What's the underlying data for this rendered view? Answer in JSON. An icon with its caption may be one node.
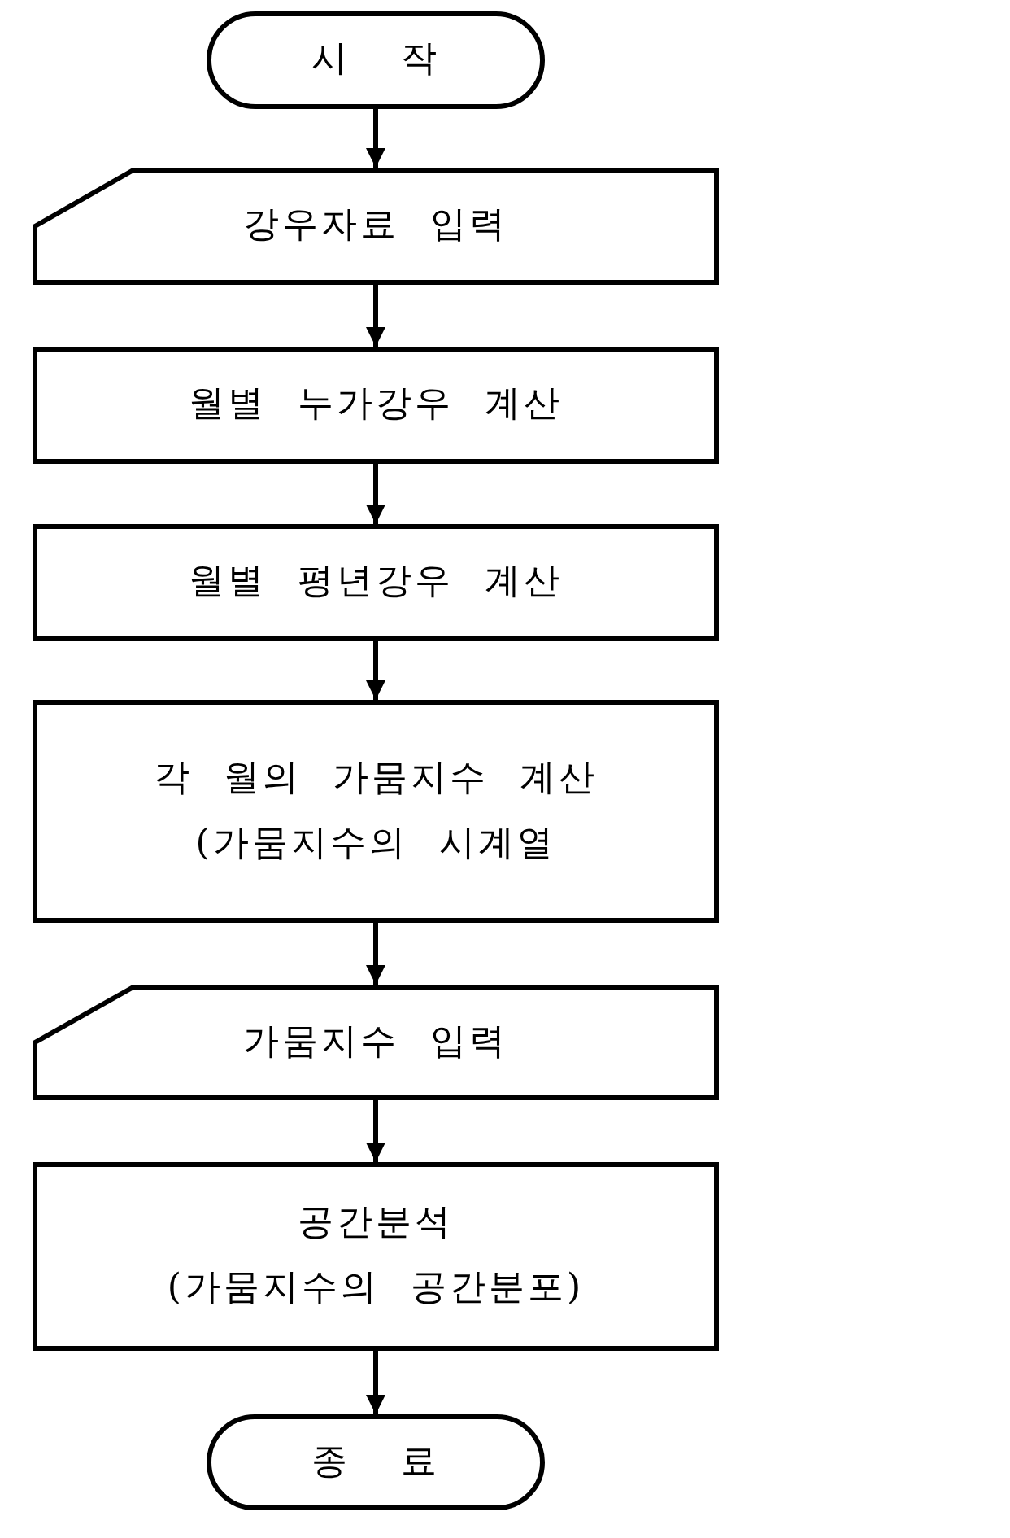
{
  "diagram": {
    "nodes": [
      {
        "text": [
          "시 작"
        ]
      },
      {
        "text": [
          "강우자료 입력"
        ]
      },
      {
        "text": [
          "월별 누가강우 계산"
        ]
      },
      {
        "text": [
          "월별 평년강우 계산"
        ]
      },
      {
        "text": [
          "각 월의 가뭄지수 계산",
          "(가뭄지수의 시계열"
        ]
      },
      {
        "text": [
          "가뭄지수 입력"
        ]
      },
      {
        "text": [
          "공간분석",
          "(가뭄지수의 공간분포)"
        ]
      },
      {
        "text": [
          "종 료"
        ]
      }
    ],
    "edges": [
      {
        "from": 0,
        "to": 1,
        "arrow": "to"
      },
      {
        "from": 1,
        "to": 2,
        "arrow": "to"
      },
      {
        "from": 2,
        "to": 3,
        "arrow": "to"
      },
      {
        "from": 3,
        "to": 4,
        "arrow": "to"
      },
      {
        "from": 4,
        "to": 5,
        "arrow": "to"
      },
      {
        "from": 5,
        "to": 6,
        "arrow": "to"
      },
      {
        "from": 6,
        "to": 7,
        "arrow": "to"
      }
    ]
  }
}
